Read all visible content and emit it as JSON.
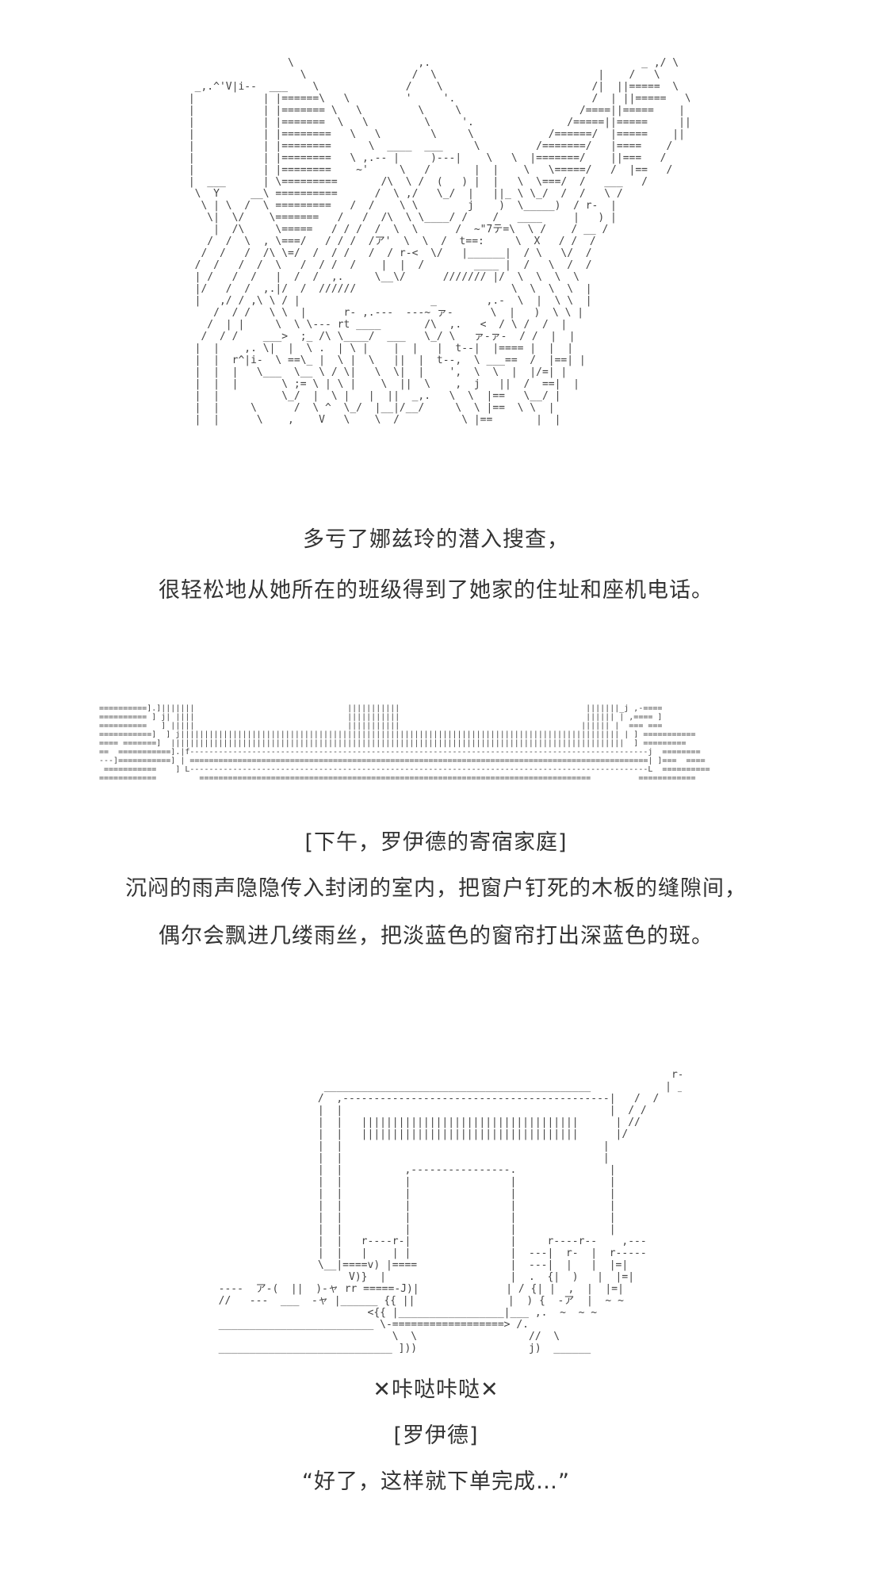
{
  "panel_1": {
    "art": "                 \\                    ,.                                  _ ,/ \\\n                   \\                 /  \\                          |    /   \\\n  _,.^'V|i--  ___    \\              /    \\                        /|  ||=====  \\\n |           | |======\\   \\         '     '.                      /  | ||=====   \\\n |           | |======= \\   \\         \\     \\                   /====||=====    |\n |           | |=======  \\   \\         \\     '.               /=====||=====     ||\n |           | |========   \\   \\        \\     \\            /======/  |=====    ||\n |           | |========      \\  ____  ___     \\         /=======/   |====    /\n |           | |========   \\ ,.-- |     )---|    \\   \\  |=======/    ||===   /\n |           | |========    ~'     \\   /       |  |    \\   \\=====/   /  |==   /\n |  ___      | \\=========       /\\  \\ /  (   ) |  |   \\  \\===/  /   ___   /\n  \\  Y     __\\ ==========      /  \\ ,/   \\_/  |   ||_ \\ \\_/  /  /   \\ /\n   \\ | \\  /  \\ =========   /  /    \\ \\        j    )  \\_____)  / r-  |\n    \\|  \\/    \\=======   /   /  /\\  \\ \\____/ /    /   ____     |   ) |\n     |  /\\     \\=====   / / /  /  \\  \\      /  ~\"7テ=\\  \\ /    / __ /\n    /  /  \\  , \\===/   / / /  /ア'  \\  \\  /  t==:     \\  X   / /  /\n   /  /   /  /\\ \\=/  /  / /   /  / r-<  \\/   |______|  / \\   \\/  /\n  /  /   /  /  \\   /  / /  /    |  |  /        ____ |  /   \\  /  /\n  | /   /  /   |  /  /  ,.     \\__\\/      /////// |/  \\  \\  \\  \\\n  |/   /  /  ,.|/  /  //////                         \\  \\  \\  \\  |\n  |   ,/ / ,\\ \\ / |                     _        ,.-  \\  |  \\ \\  |\n     /  / /   \\ \\  |      r- ,.---  ---~ ァ-      \\  |   )  \\ \\ |\n    /  | |     \\  \\ \\--- rt ____       /\\  ,.   <  / \\ /  /  |\n   /  / /    ___>  ;_ /\\ \\____/  ___   \\_/ \\   ァ-ァ-  / /  |  |\n  |  |    ,. \\|  |  \\ .  | \\ |    |  |   |  t--|  |==== |  |  |\n  |  |  r^|i-  \\ ==\\_ |  \\ |  \\   ||  |  t--,  \\ ___==  /  |==| |\n  |  |  |   \\___  \\__ \\ / \\|   \\  \\|  |    ',  \\  \\  |  |/=| |\n  |  |  |       \\ ;= \\ | \\ |    \\  ||  \\    ,  j   ||  /  ==|  |\n  |  |          \\_/  |  \\ |   |  ||  _,.   \\  \\  |==   \\__/ |\n  |  |     \\      /  \\ ^  \\_/  |__|/__/     \\  \\ |==  \\ \\  |\n  |  |      \\    ,    V   \\    \\  /          \\ |==       |  |",
    "line_1": "多亏了娜兹玲的潜入搜查，",
    "line_2": "很轻松地从她所在的班级得到了她家的住址和座机电话。"
  },
  "panel_2": {
    "art": "==========].]|||||||                                |||||||||||                                       |||||||_j ,-====\n========== ] j| ||||                                |||||||||||                                       |||||| | ,==== ]\n==========   ] |||||                                |||||||||||                                      |||||| |  === ===\n===========]  ] j|||||||||||||||||||||||||||||||||||||||||||||||||||||||||||||||||||||||||||||||||||||||||||| | ] ===========\n==== =======]  |||||||||||||||||||||||||||||||||||||||||||||||||||||||||||||||||||||||||||||||||||||||||||||||  ] =========\n==  ===========].|f------------------------------------------------------------------------------------------------j  ========\n---]===========] | ================================================================================================| ]===  ====\n ===========    ] L------------------------------------------------------------------------------------------------L  ==========\n============         ==================================================================================          ============",
    "place": "[下午，罗伊德的寄宿家庭]",
    "line_1": "沉闷的雨声隐隐传入封闭的室内，把窗户钉死的木板的缝隙间，",
    "line_2": "偶尔会飘进几缕雨丝，把淡蓝色的窗帘打出深蓝色的斑。"
  },
  "panel_3": {
    "art": "                                                                                 ,-. \\\n                                                                                /    \\\n                                                                           r-  /  _  \\\n                   ___________________________________________            | _/  /\n                  /  ,-------------------------------------------|   /  /\n                  |  |                                           |  / /\n                  |  |   |||||||||||||||||||||||||||||||||||      | //\n                  |  |   |||||||||||||||||||||||||||||||||||      |/\n                  |  |                                          |\n                  |  |                                          |\n                  |  |          ,----------------.               |\n                  |  |          |                |               |\n                  |  |          |                |               |\n                  |  |          |                |               |\n                  |  |          |                |               |\n                  |  |          |                |               |\n                  |  |   r----r-|                |     r----r--    ,---\n                  |  |   |    | |                |  ---|  r-  |  r-----\n                  \\__|====v) |====               |  ---|  |   |  |=|\n                       V)}  |                    |  .  {|  )   |  |=|\n  ----  ア-(  ||  )-ャ rr =====-J)|              | / {| |  ,  |  |=|\n  //   ---  ___  -ャ |______ {{ ||               |  ) {  -ア  |  ~ ~\n                          <{{ |_________________|___ ,.  ~  ~ ~\n  _________________________ \\-==================> /.\n                              \\  \\                  //  \\\n  ____________________________ ]))                  j)  ______",
    "sound": "✕咔哒咔哒✕",
    "speaker": "[罗伊德]",
    "dialogue": "“好了，这样就下单完成…”"
  }
}
